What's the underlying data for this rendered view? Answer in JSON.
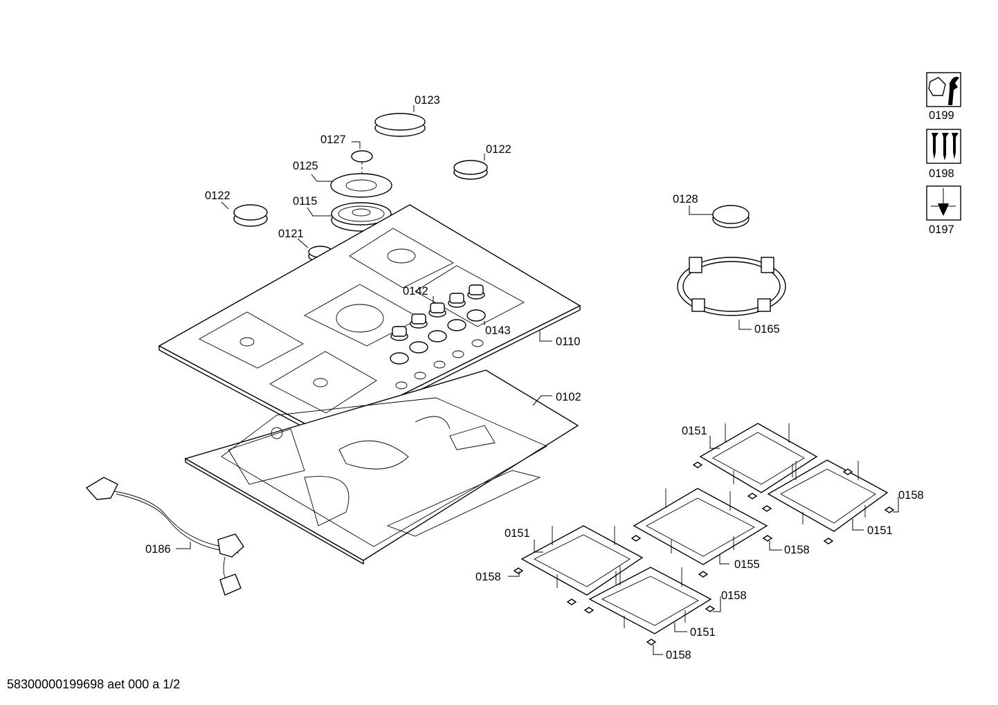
{
  "labels": {
    "p0123": "0123",
    "p0127": "0127",
    "p0122a": "0122",
    "p0125": "0125",
    "p0122b": "0122",
    "p0115": "0115",
    "p0121": "0121",
    "p0142": "0142",
    "p0143": "0143",
    "p0110": "0110",
    "p0102": "0102",
    "p0186": "0186",
    "p0128": "0128",
    "p0165": "0165",
    "p0199": "0199",
    "p0198": "0198",
    "p0197": "0197",
    "p0151a": "0151",
    "p0151b": "0151",
    "p0151c": "0151",
    "p0151d": "0151",
    "p0155": "0155",
    "p0158a": "0158",
    "p0158b": "0158",
    "p0158c": "0158",
    "p0158d": "0158",
    "p0158e": "0158"
  },
  "footer": "58300000199698 aet 000 a 1/2",
  "icons": {
    "tool": "wrench-nut-icon",
    "screws": "screws-icon",
    "drill": "drill-bit-icon"
  }
}
